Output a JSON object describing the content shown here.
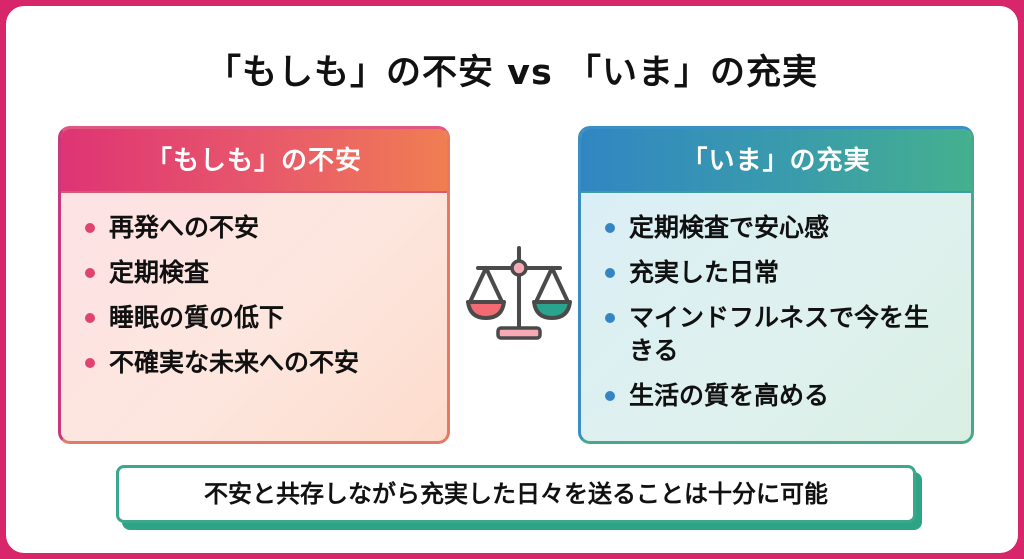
{
  "title": "「もしも」の不安 vs 「いま」の充実",
  "colors": {
    "frame": "#d8266a",
    "left_header_start": "#de3474",
    "left_header_end": "#f07e52",
    "right_header_start": "#3186c2",
    "right_header_end": "#45b08e",
    "left_bullet": "#e0436f",
    "right_bullet": "#3585c4",
    "conclusion_accent": "#2ea486",
    "scale_left_pan": "#f26a72",
    "scale_right_pan": "#2aa48e"
  },
  "left_panel": {
    "title": "「もしも」の不安",
    "items": [
      "再発への不安",
      "定期検査",
      "睡眠の質の低下",
      "不確実な未来への不安"
    ]
  },
  "right_panel": {
    "title": "「いま」の充実",
    "items": [
      "定期検査で安心感",
      "充実した日常",
      "マインドフルネスで今を生きる",
      "生活の質を高める"
    ]
  },
  "center_icon": "balance-scale-icon",
  "conclusion": "不安と共存しながら充実した日々を送ることは十分に可能"
}
